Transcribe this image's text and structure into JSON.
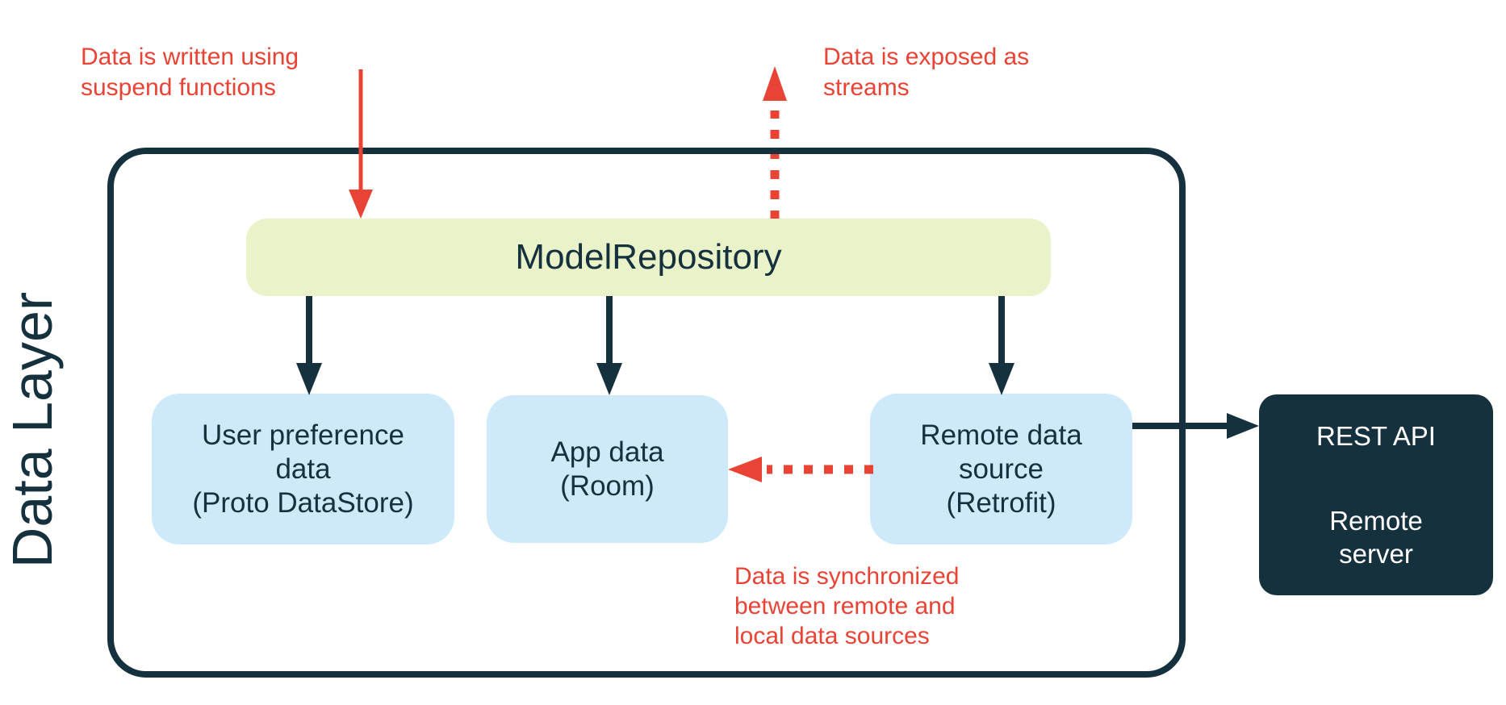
{
  "colors": {
    "navy": "#16313e",
    "red": "#e94335",
    "repo_fill": "#e9f2c8",
    "source_fill": "#cde9fa",
    "background": "#ffffff",
    "text_on_dark": "#ffffff"
  },
  "diagram": {
    "layer_label": "Data Layer",
    "repository_label": "ModelRepository",
    "sources": [
      {
        "text": "User preference\ndata\n(Proto DataStore)"
      },
      {
        "text": "App data\n(Room)"
      },
      {
        "text": "Remote data\nsource\n(Retrofit)"
      }
    ],
    "remote_server": {
      "api_label": "REST API",
      "server_label": "Remote\nserver"
    },
    "annotations": {
      "write": "Data is written using\nsuspend functions",
      "expose": "Data is exposed as\nstreams",
      "sync": "Data is synchronized\nbetween remote and\nlocal data sources"
    }
  }
}
